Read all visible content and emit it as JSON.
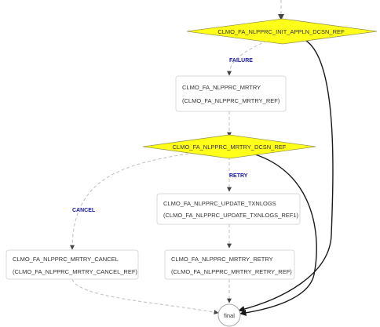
{
  "diagram": {
    "nodes": {
      "init_decision": {
        "label": "CLMO_FA_NLPPRC_INIT_APPLN_DCSN_REF"
      },
      "mrtry": {
        "line1": "CLMO_FA_NLPPRC_MRTRY",
        "line2": "(CLMO_FA_NLPPRC_MRTRY_REF)"
      },
      "mrtry_decision": {
        "label": "CLMO_FA_NLPPRC_MRTRY_DCSN_REF"
      },
      "update_txnlogs": {
        "line1": "CLMO_FA_NLPPRC_UPDATE_TXNLOGS",
        "line2": "(CLMO_FA_NLPPRC_UPDATE_TXNLOGS_REF1)"
      },
      "mrtry_cancel": {
        "line1": "CLMO_FA_NLPPRC_MRTRY_CANCEL",
        "line2": "(CLMO_FA_NLPPRC_MRTRY_CANCEL_REF)"
      },
      "mrtry_retry": {
        "line1": "CLMO_FA_NLPPRC_MRTRY_RETRY",
        "line2": "(CLMO_FA_NLPPRC_MRTRY_RETRY_REF)"
      },
      "final": {
        "label": "final"
      }
    },
    "edges": {
      "failure": "FAILURE",
      "retry": "RETRY",
      "cancel": "CANCEL"
    },
    "colors": {
      "decision_fill": "#ffff1a",
      "edge_label": "#1a1aa6",
      "box_border": "#d9d9d9"
    }
  }
}
